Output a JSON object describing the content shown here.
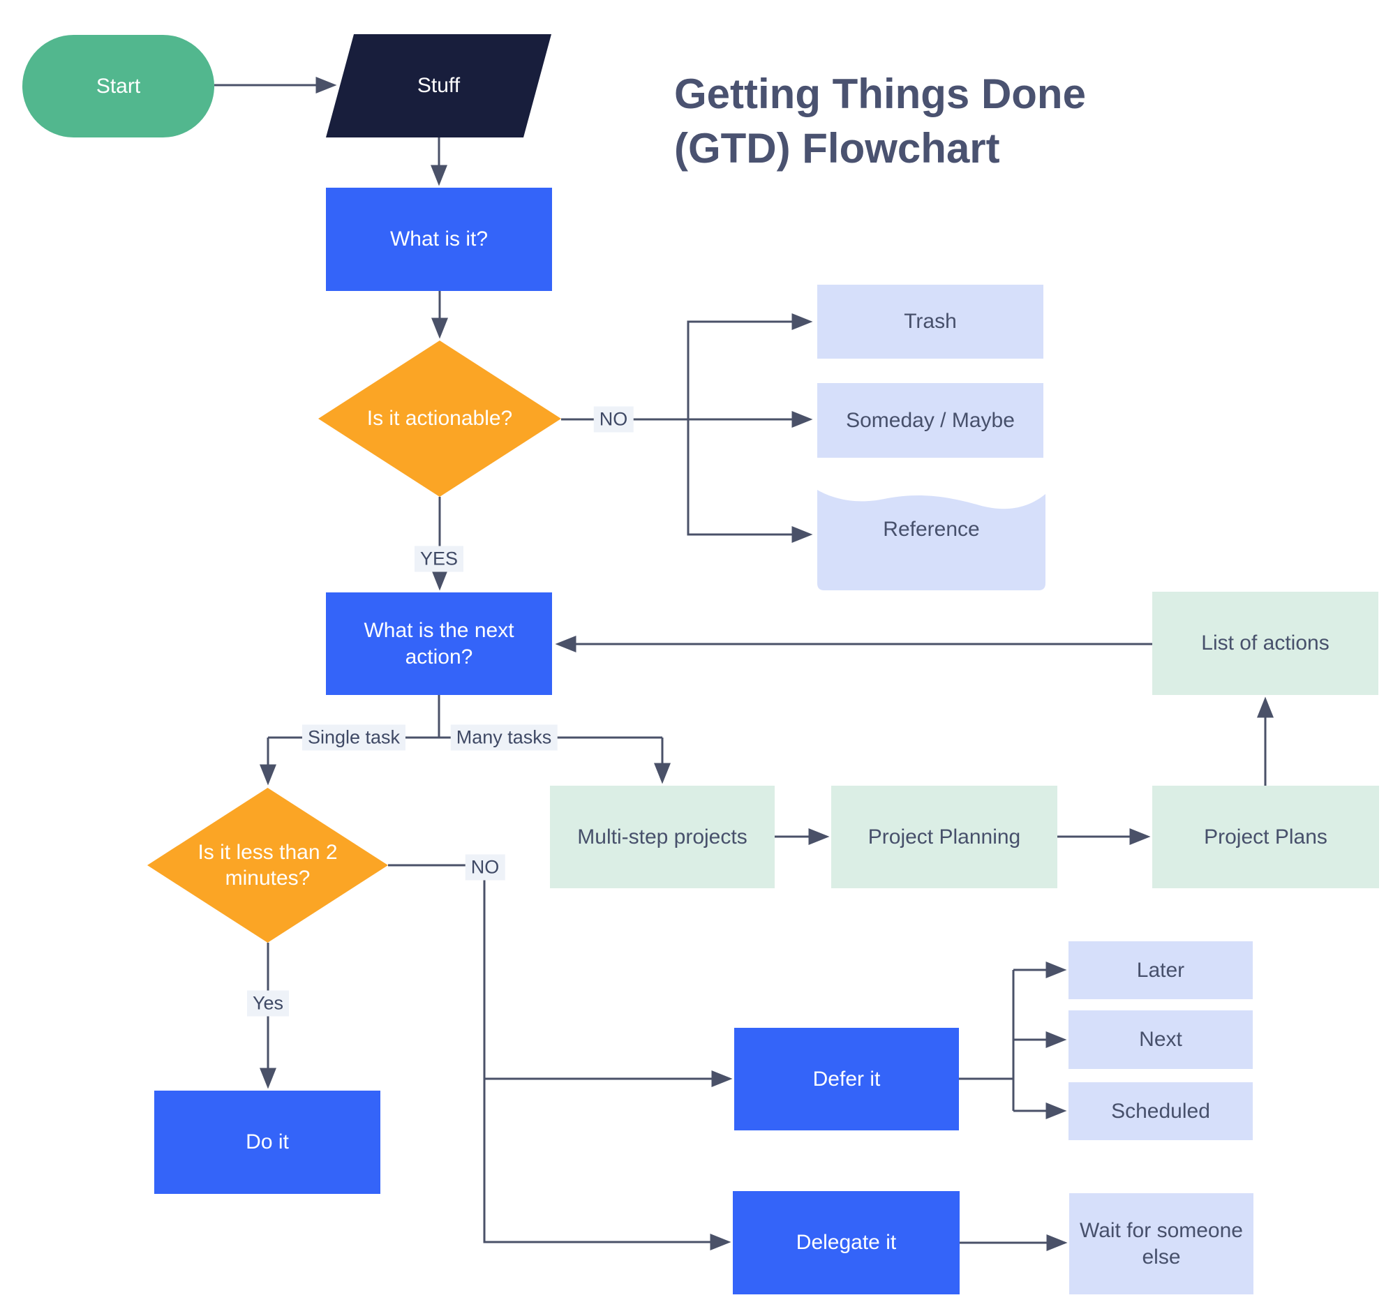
{
  "title": "Getting Things Done (GTD) Flowchart",
  "nodes": {
    "start": {
      "label": "Start",
      "type": "terminator"
    },
    "stuff": {
      "label": "Stuff",
      "type": "input"
    },
    "what_is_it": {
      "label": "What is it?",
      "type": "process"
    },
    "is_it_actionable": {
      "label": "Is it actionable?",
      "type": "decision"
    },
    "trash": {
      "label": "Trash",
      "type": "output"
    },
    "someday_maybe": {
      "label": "Someday / Maybe",
      "type": "output"
    },
    "reference": {
      "label": "Reference",
      "type": "document"
    },
    "what_is_next_action": {
      "label": "What is the next action?",
      "type": "process"
    },
    "list_of_actions": {
      "label": "List of actions",
      "type": "output"
    },
    "multi_step_projects": {
      "label": "Multi-step projects",
      "type": "process"
    },
    "project_planning": {
      "label": "Project Planning",
      "type": "process"
    },
    "project_plans": {
      "label": "Project Plans",
      "type": "process"
    },
    "is_it_less_than_2_minutes": {
      "label": "Is it less than 2 minutes?",
      "type": "decision"
    },
    "do_it": {
      "label": "Do it",
      "type": "process"
    },
    "defer_it": {
      "label": "Defer it",
      "type": "process"
    },
    "later": {
      "label": "Later",
      "type": "output"
    },
    "next": {
      "label": "Next",
      "type": "output"
    },
    "scheduled": {
      "label": "Scheduled",
      "type": "output"
    },
    "delegate_it": {
      "label": "Delegate it",
      "type": "process"
    },
    "wait_for_someone_else": {
      "label": "Wait for someone else",
      "type": "output"
    }
  },
  "edge_labels": {
    "actionable_no": "NO",
    "actionable_yes": "YES",
    "single_task": "Single task",
    "many_tasks": "Many tasks",
    "minutes_yes": "Yes",
    "minutes_no": "NO"
  },
  "edges": [
    {
      "from": "start",
      "to": "stuff",
      "label": ""
    },
    {
      "from": "stuff",
      "to": "what_is_it",
      "label": ""
    },
    {
      "from": "what_is_it",
      "to": "is_it_actionable",
      "label": ""
    },
    {
      "from": "is_it_actionable",
      "to": "trash",
      "label": "NO"
    },
    {
      "from": "is_it_actionable",
      "to": "someday_maybe",
      "label": "NO"
    },
    {
      "from": "is_it_actionable",
      "to": "reference",
      "label": "NO"
    },
    {
      "from": "is_it_actionable",
      "to": "what_is_next_action",
      "label": "YES"
    },
    {
      "from": "list_of_actions",
      "to": "what_is_next_action",
      "label": ""
    },
    {
      "from": "what_is_next_action",
      "to": "is_it_less_than_2_minutes",
      "label": "Single task"
    },
    {
      "from": "what_is_next_action",
      "to": "multi_step_projects",
      "label": "Many tasks"
    },
    {
      "from": "multi_step_projects",
      "to": "project_planning",
      "label": ""
    },
    {
      "from": "project_planning",
      "to": "project_plans",
      "label": ""
    },
    {
      "from": "project_plans",
      "to": "list_of_actions",
      "label": ""
    },
    {
      "from": "is_it_less_than_2_minutes",
      "to": "do_it",
      "label": "Yes"
    },
    {
      "from": "is_it_less_than_2_minutes",
      "to": "defer_it",
      "label": "NO"
    },
    {
      "from": "is_it_less_than_2_minutes",
      "to": "delegate_it",
      "label": "NO"
    },
    {
      "from": "defer_it",
      "to": "later",
      "label": ""
    },
    {
      "from": "defer_it",
      "to": "next",
      "label": ""
    },
    {
      "from": "defer_it",
      "to": "scheduled",
      "label": ""
    },
    {
      "from": "delegate_it",
      "to": "wait_for_someone_else",
      "label": ""
    }
  ],
  "colors": {
    "terminator_green": "#52b78e",
    "input_navy": "#181e3c",
    "process_blue": "#3464f9",
    "decision_orange": "#fba525",
    "output_lavender": "#d6dffa",
    "output_mint": "#dbeee5",
    "connector_slate": "#4a5168",
    "text_slate": "#47506b",
    "title_slate": "#4a5270",
    "edge_label_bg": "#eef2f8"
  }
}
